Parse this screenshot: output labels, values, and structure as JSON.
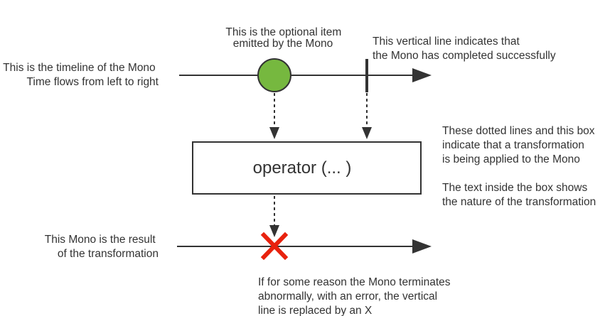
{
  "annotations": {
    "timeline": [
      "This is the timeline of the Mono",
      "Time flows from left to right"
    ],
    "optional_item": [
      "This is the optional item",
      "emitted by the Mono"
    ],
    "completion": [
      "This vertical line indicates that",
      "the Mono has completed successfully"
    ],
    "transformation": [
      "These dotted lines and this box",
      "indicate that a transformation",
      "is being applied to the Mono"
    ],
    "box_text": [
      "The text inside the box shows",
      "the nature of the transformation"
    ],
    "result": [
      "This Mono is the result",
      "of the transformation"
    ],
    "error": [
      "If for some reason the Mono terminates",
      "abnormally, with an error, the vertical",
      "line is replaced by an X"
    ]
  },
  "operator": {
    "label": "operator (... )"
  },
  "colors": {
    "item": "#76b83f",
    "error_x": "#e8220e",
    "line": "#333333"
  }
}
